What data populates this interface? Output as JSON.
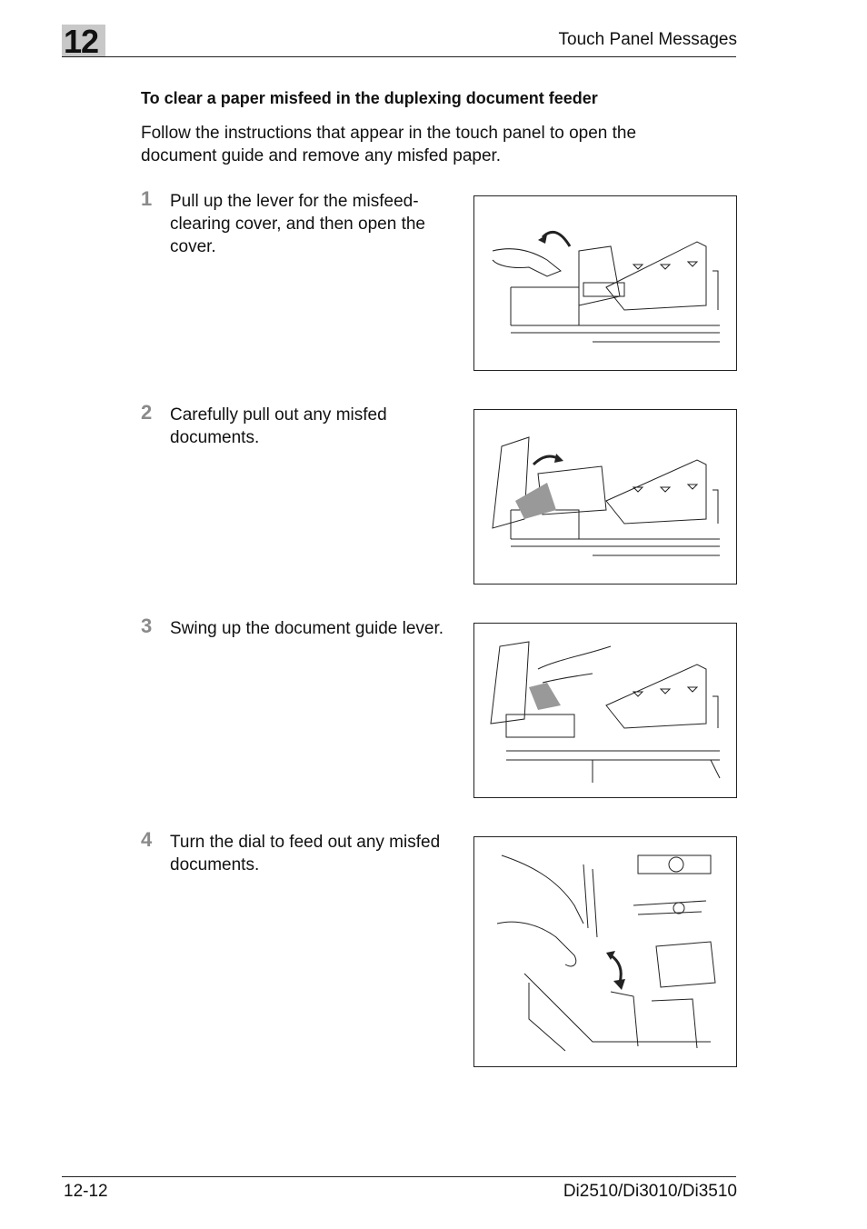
{
  "header": {
    "chapter_number": "12",
    "title": "Touch Panel Messages"
  },
  "section": {
    "title": "To clear a paper misfeed in the duplexing document feeder",
    "intro": "Follow the instructions that appear in the touch panel to open the document guide and remove any misfed paper."
  },
  "steps": [
    {
      "number": "1",
      "text": "Pull up the lever for the misfeed-clearing cover, and then open the cover."
    },
    {
      "number": "2",
      "text": "Carefully pull out any misfed documents."
    },
    {
      "number": "3",
      "text": "Swing up the document guide lever."
    },
    {
      "number": "4",
      "text": "Turn the dial to feed out any misfed documents."
    }
  ],
  "footer": {
    "page_number": "12-12",
    "model": "Di2510/Di3010/Di3510"
  }
}
